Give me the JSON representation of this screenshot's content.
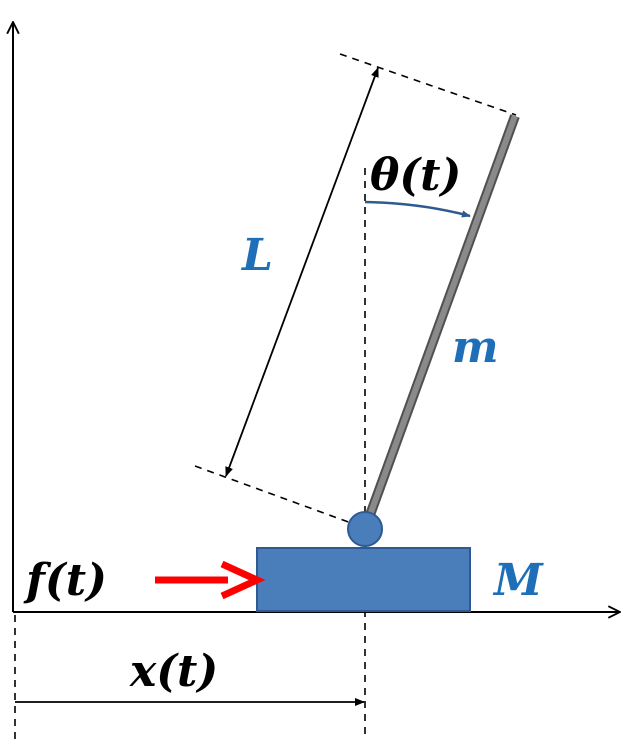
{
  "labels": {
    "length": "L",
    "angle": "θ(t)",
    "pendulum_mass": "m",
    "cart_mass": "M",
    "force": "f(t)",
    "position": "x(t)"
  },
  "colors": {
    "cart_fill": "#4a7ebb",
    "cart_stroke": "#2f5a91",
    "label_blue": "#1f6fb8",
    "force_arrow": "#ff0000",
    "rod": "#6b6b6b",
    "angle_arc": "#2f5a91"
  }
}
